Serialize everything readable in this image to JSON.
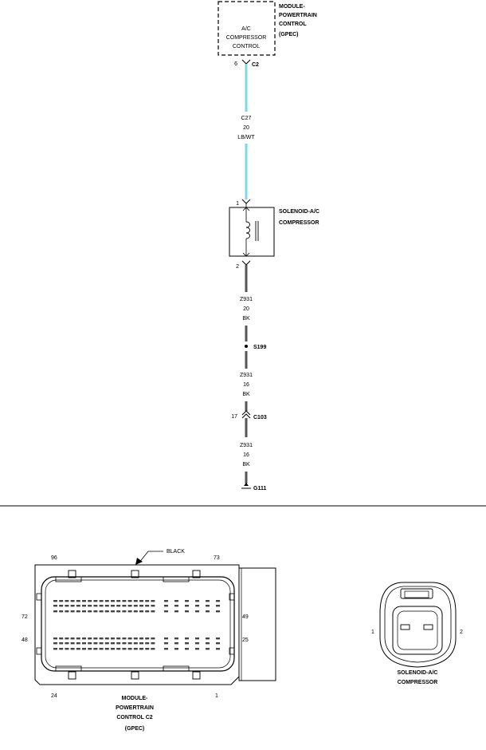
{
  "top_diagram": {
    "module": {
      "name_lines": [
        "MODULE-",
        "POWERTRAIN",
        "CONTROL",
        "(GPEC)"
      ],
      "function_lines": [
        "A/C",
        "COMPRESSOR",
        "CONTROL"
      ],
      "pin": "6",
      "connector": "C2"
    },
    "wire_1": {
      "lines": [
        "C27",
        "20",
        "LB/WT"
      ],
      "color": "#7fd8e8"
    },
    "solenoid": {
      "pin_top": "1",
      "pin_bottom": "2",
      "name_lines": [
        "SOLENOID-A/C",
        "COMPRESSOR"
      ]
    },
    "wire_2": {
      "lines": [
        "Z931",
        "20",
        "BK"
      ]
    },
    "splice": {
      "label": "S199"
    },
    "wire_3": {
      "lines": [
        "Z931",
        "16",
        "BK"
      ]
    },
    "inline_connector": {
      "pin": "17",
      "label": "C103"
    },
    "wire_4": {
      "lines": [
        "Z931",
        "16",
        "BK"
      ]
    },
    "ground": {
      "label": "G111"
    }
  },
  "connector_views": {
    "module_connector": {
      "color_label": "BLACK",
      "pins": {
        "top_left": "96",
        "top_right": "73",
        "mid_left_upper": "72",
        "mid_right_upper": "49",
        "mid_left_lower": "48",
        "mid_right_lower": "25",
        "bottom_left": "24",
        "bottom_right": "1"
      },
      "name_lines": [
        "MODULE-",
        "POWERTRAIN",
        "CONTROL C2",
        "(GPEC)"
      ]
    },
    "solenoid_connector": {
      "pin_left": "1",
      "pin_right": "2",
      "name_lines": [
        "SOLENOID-A/C",
        "COMPRESSOR"
      ]
    }
  }
}
